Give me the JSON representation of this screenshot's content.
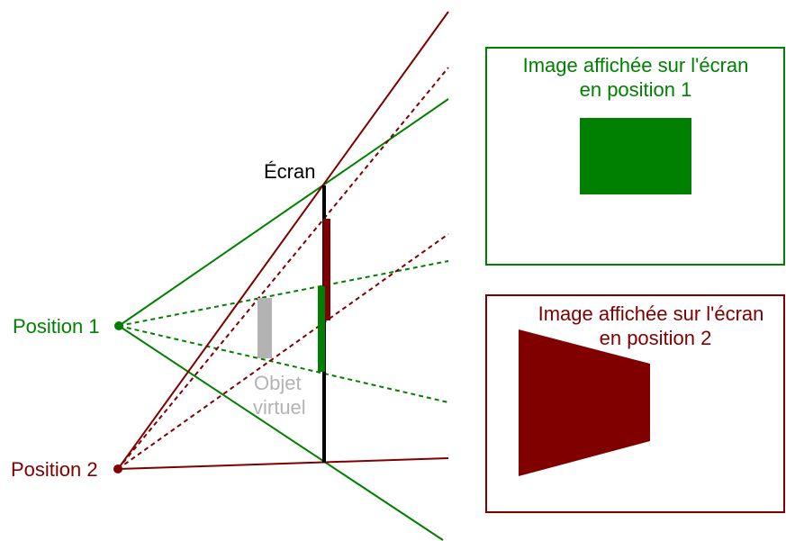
{
  "labels": {
    "position1": "Position 1",
    "position2": "Position 2",
    "screen": "Écran",
    "virtual_object_line1": "Objet",
    "virtual_object_line2": "virtuel"
  },
  "panels": {
    "panel1": {
      "line1": "Image affichée sur l'écran",
      "line2": "en position 1"
    },
    "panel2": {
      "line1": "Image affichée sur l'écran",
      "line2": "en position 2"
    }
  },
  "colors": {
    "position1": "#008000",
    "position2": "#800000",
    "screen": "#000000",
    "virtual_object": "#b3b3b3"
  }
}
